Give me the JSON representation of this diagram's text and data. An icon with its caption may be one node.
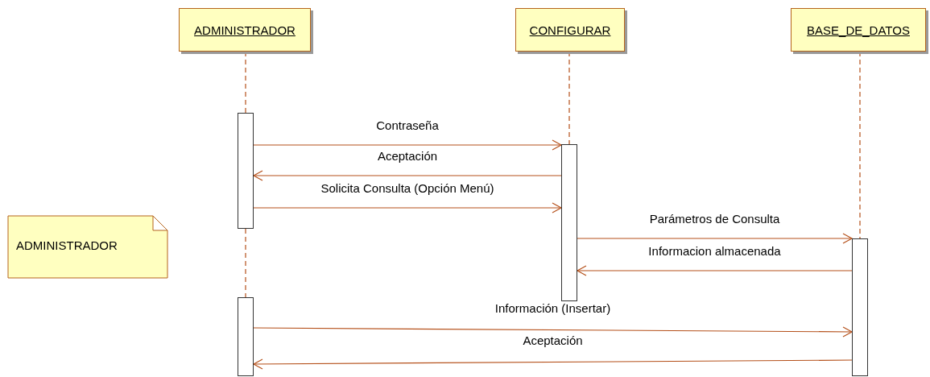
{
  "diagram": {
    "nodes": [
      {
        "text": [
          "ADMINISTRADOR"
        ]
      },
      {
        "text": [
          "CONFIGURAR"
        ]
      },
      {
        "text": [
          "BASE_DE_DATOS"
        ]
      },
      {
        "text": [],
        "shape": "bar"
      },
      {
        "text": [],
        "shape": "bar"
      },
      {
        "text": [],
        "shape": "bar"
      },
      {
        "text": [],
        "shape": "bar"
      },
      {
        "text": [
          "ADMINISTRADOR"
        ]
      }
    ],
    "edges": [
      {
        "from": 0,
        "to": 3,
        "arrow": "none",
        "style": "dashed"
      },
      {
        "from": 3,
        "to": 4,
        "arrow": "none",
        "style": "dashed"
      },
      {
        "from": 1,
        "to": 5,
        "arrow": "none",
        "style": "dashed"
      },
      {
        "from": 2,
        "to": 6,
        "arrow": "none",
        "style": "dashed"
      },
      {
        "from": 3,
        "to": 5,
        "arrow": "to",
        "label": "Contraseña"
      },
      {
        "from": 5,
        "to": 3,
        "arrow": "to",
        "label": "Aceptación"
      },
      {
        "from": 3,
        "to": 5,
        "arrow": "to",
        "label": "Solicita Consulta (Opción Menú)"
      },
      {
        "from": 5,
        "to": 6,
        "arrow": "to",
        "label": "Parámetros de Consulta"
      },
      {
        "from": 6,
        "to": 5,
        "arrow": "to",
        "label": "Informacion almacenada"
      },
      {
        "from": 4,
        "to": 6,
        "arrow": "to",
        "label": "Información (Insertar)"
      },
      {
        "from": 6,
        "to": 4,
        "arrow": "to",
        "label": "Aceptación"
      }
    ]
  }
}
